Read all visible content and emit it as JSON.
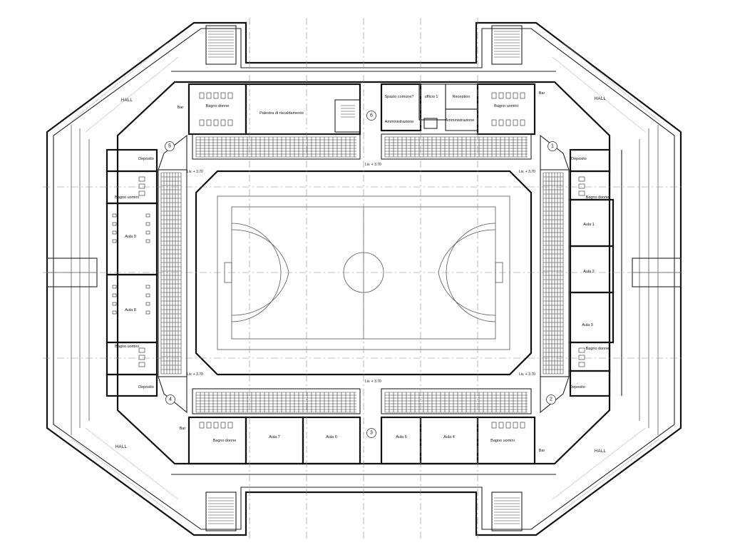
{
  "rooms": {
    "bagno_donne_nw": "Bagno donne",
    "palestra": "Palestra di riscaldamento",
    "spazio_comune": "Spazio comune?",
    "ufficio": "ufficio 1",
    "reception": "Reception",
    "amministrazione_1": "Amministrazione",
    "amministrazione_2": "Amministrazione",
    "bagno_uomini_ne": "Bagno uomini",
    "bagno_uomini_w": "Bagno uomini",
    "aula9": "Aula 9",
    "aula8": "Aula 8",
    "bagno_uomini_sw": "Bagno uomini",
    "bagno_donne_e": "Bagno donne",
    "aula1": "Aula 1",
    "aula2": "Aula 2",
    "aula3": "Aula 3",
    "bagno_donne_se": "Bagno donne",
    "aula7": "Aula 7",
    "aula6": "Aula 6",
    "aula5": "Aula 5",
    "aula4": "Aula 4",
    "bagno_donne_sw": "Bagno donne",
    "bagno_uomini_se": "Bagno uomini",
    "deposito_nw": "Deposito",
    "deposito_ne": "Deposito",
    "deposito_sw": "Deposito",
    "deposito_se": "Deposito",
    "bar_nw": "Bar",
    "bar_ne": "Bar",
    "bar_sw": "Bar",
    "bar_se": "Bar"
  },
  "halls": {
    "nw": "HALL",
    "ne": "HALL",
    "sw": "HALL",
    "se": "HALL"
  },
  "levels": {
    "nw": "Liv. + 3.70",
    "n": "Liv. + 3.70",
    "ne": "Liv. + 3.70",
    "sw": "Liv. + 3.70",
    "s": "Liv. + 3.70",
    "se": "Liv. + 3.70"
  },
  "sectors": [
    "1",
    "2",
    "3",
    "4",
    "5",
    "6"
  ]
}
